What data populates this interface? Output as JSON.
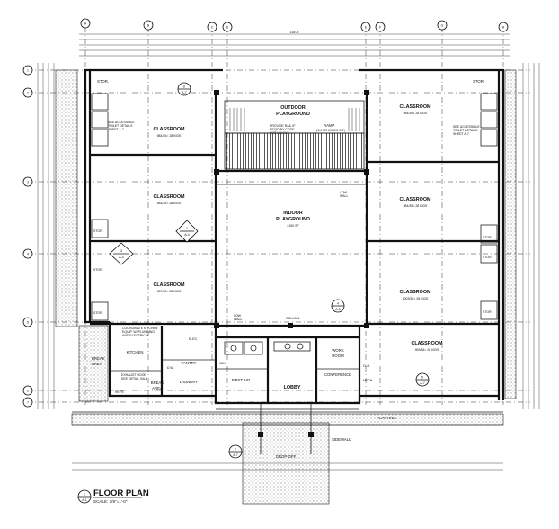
{
  "grid": {
    "top": [
      "A",
      "B",
      "C",
      "D",
      "E",
      "F",
      "G",
      "H"
    ],
    "left": [
      "1",
      "2",
      "3",
      "4",
      "5",
      "6",
      "7"
    ]
  },
  "overall_dim": "136'-8\"",
  "rooms": {
    "stor_nw": "STOR.",
    "stor_ne": "STOR.",
    "classroom_nw": "CLASSROOM",
    "classroom_nw_area": "984/35= 28 KIDS",
    "classroom_w2": "CLASSROOM",
    "classroom_w2_area": "984/35= 28 KIDS",
    "classroom_w3": "CLASSROOM",
    "classroom_w3_area": "987/35= 28 KIDS",
    "classroom_ne": "CLASSROOM",
    "classroom_ne_area": "984/35= 28 KIDS",
    "classroom_e2": "CLASSROOM",
    "classroom_e2_area": "984/35= 28 KIDS",
    "classroom_e3": "CLASSROOM",
    "classroom_e3_area": "1003/35= 28 KIDS",
    "classroom_e4": "CLASSROOM",
    "classroom_e4_area": "993/35= 28 KIDS",
    "outdoor": "OUTDOOR",
    "outdoor2": "PLAYGROUND",
    "indoor": "INDOOR",
    "indoor2": "PLAYGROUND",
    "indoor_area": "2150 SF",
    "stor_w1": "STOR.",
    "stor_w2": "STOR.",
    "stor_w3": "STOR.",
    "stor_e1": "STOR.",
    "stor_e2": "STOR.",
    "stor_e3": "STOR.",
    "kitchen": "KITCHEN",
    "pantry": "PANTRY",
    "break_area": "BREAK",
    "break_area2": "AREA",
    "break_w": "BREAK",
    "break_w2": "AREA",
    "laundry": "LAUNDRY",
    "first_aid": "FIRST AID",
    "lobby": "LOBBY",
    "work_room": "WORK",
    "work_room2": "ROOM",
    "conference": "CONFERENCE",
    "clo": "CLO.",
    "planting": "PLANTING",
    "sidewalk": "SIDEWALK",
    "drop_off": "DROP-OFF",
    "ramp": "RAMP",
    "ramp_note": "(1/4 NR US.ON 1/8\")",
    "low_wall": "LOW",
    "low_wall2": "WALL",
    "low_wall_s": "LOW",
    "low_wall_s2": "WALL",
    "column": "COLUMN",
    "provide_rail": "PROVIDE RAIL IF",
    "provide_rail2": "REQ'D BY CODE",
    "provide_rail3": "FOR HEIGHT",
    "toilet_note_w": "SEE ACCESSIBLE",
    "toilet_note_w2": "TOILET DETAILS",
    "toilet_note_w3": "SHEET A-7",
    "toilet_note_e": "SEE ACCESSIBLE",
    "toilet_note_e2": "TOILET DETAILS",
    "toilet_note_e3": "SHEET A-7",
    "coord_kitchen": "COORDINATE KITCHEN",
    "coord_kitchen2": "EQUIP. W/ PLUMBING",
    "coord_kitchen3": "AND ELECTRICAL",
    "exhaust": "EXHAUST HOOD",
    "exhaust2": "SEE DETAIL 3/A-4",
    "refr": "REFR.",
    "elec": "ELEC.",
    "mech": "MECH.",
    "janitor": "JAN.",
    "dw": "D.W."
  },
  "section_markers": [
    {
      "num": "6",
      "sheet": "A-7"
    },
    {
      "num": "1",
      "sheet": "A-4"
    },
    {
      "num": "3",
      "sheet": "A-4"
    },
    {
      "num": "4",
      "sheet": "A-5"
    },
    {
      "num": "5",
      "sheet": "A-7"
    },
    {
      "num": "2",
      "sheet": "A-7"
    }
  ],
  "title": {
    "num": "1",
    "sheet": "A-1",
    "text": "FLOOR PLAN",
    "scale": "SCALE: 1/8\"=1'-0\""
  }
}
